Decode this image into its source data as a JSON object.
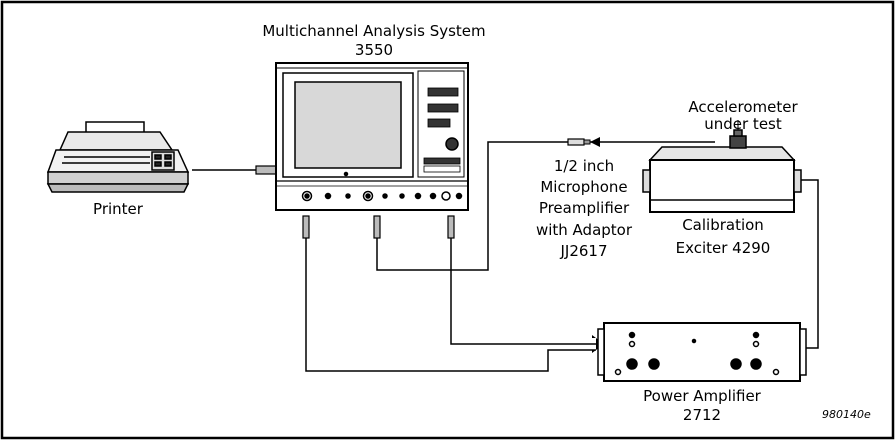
{
  "labels": {
    "analyzer_title": "Multichannel Analysis System",
    "analyzer_model": "3550",
    "accel_line1": "Accelerometer",
    "accel_line2": "under test",
    "preamp_line1": "1/2 inch",
    "preamp_line2": "Microphone",
    "preamp_line3": "Preamplifier",
    "preamp_line4": "with Adaptor",
    "preamp_line5": "JJ2617",
    "exciter_line1": "Calibration",
    "exciter_line2": "Exciter 4290",
    "printer": "Printer",
    "amp_line1": "Power Amplifier",
    "amp_line2": "2712"
  },
  "figure_id": "980140e"
}
